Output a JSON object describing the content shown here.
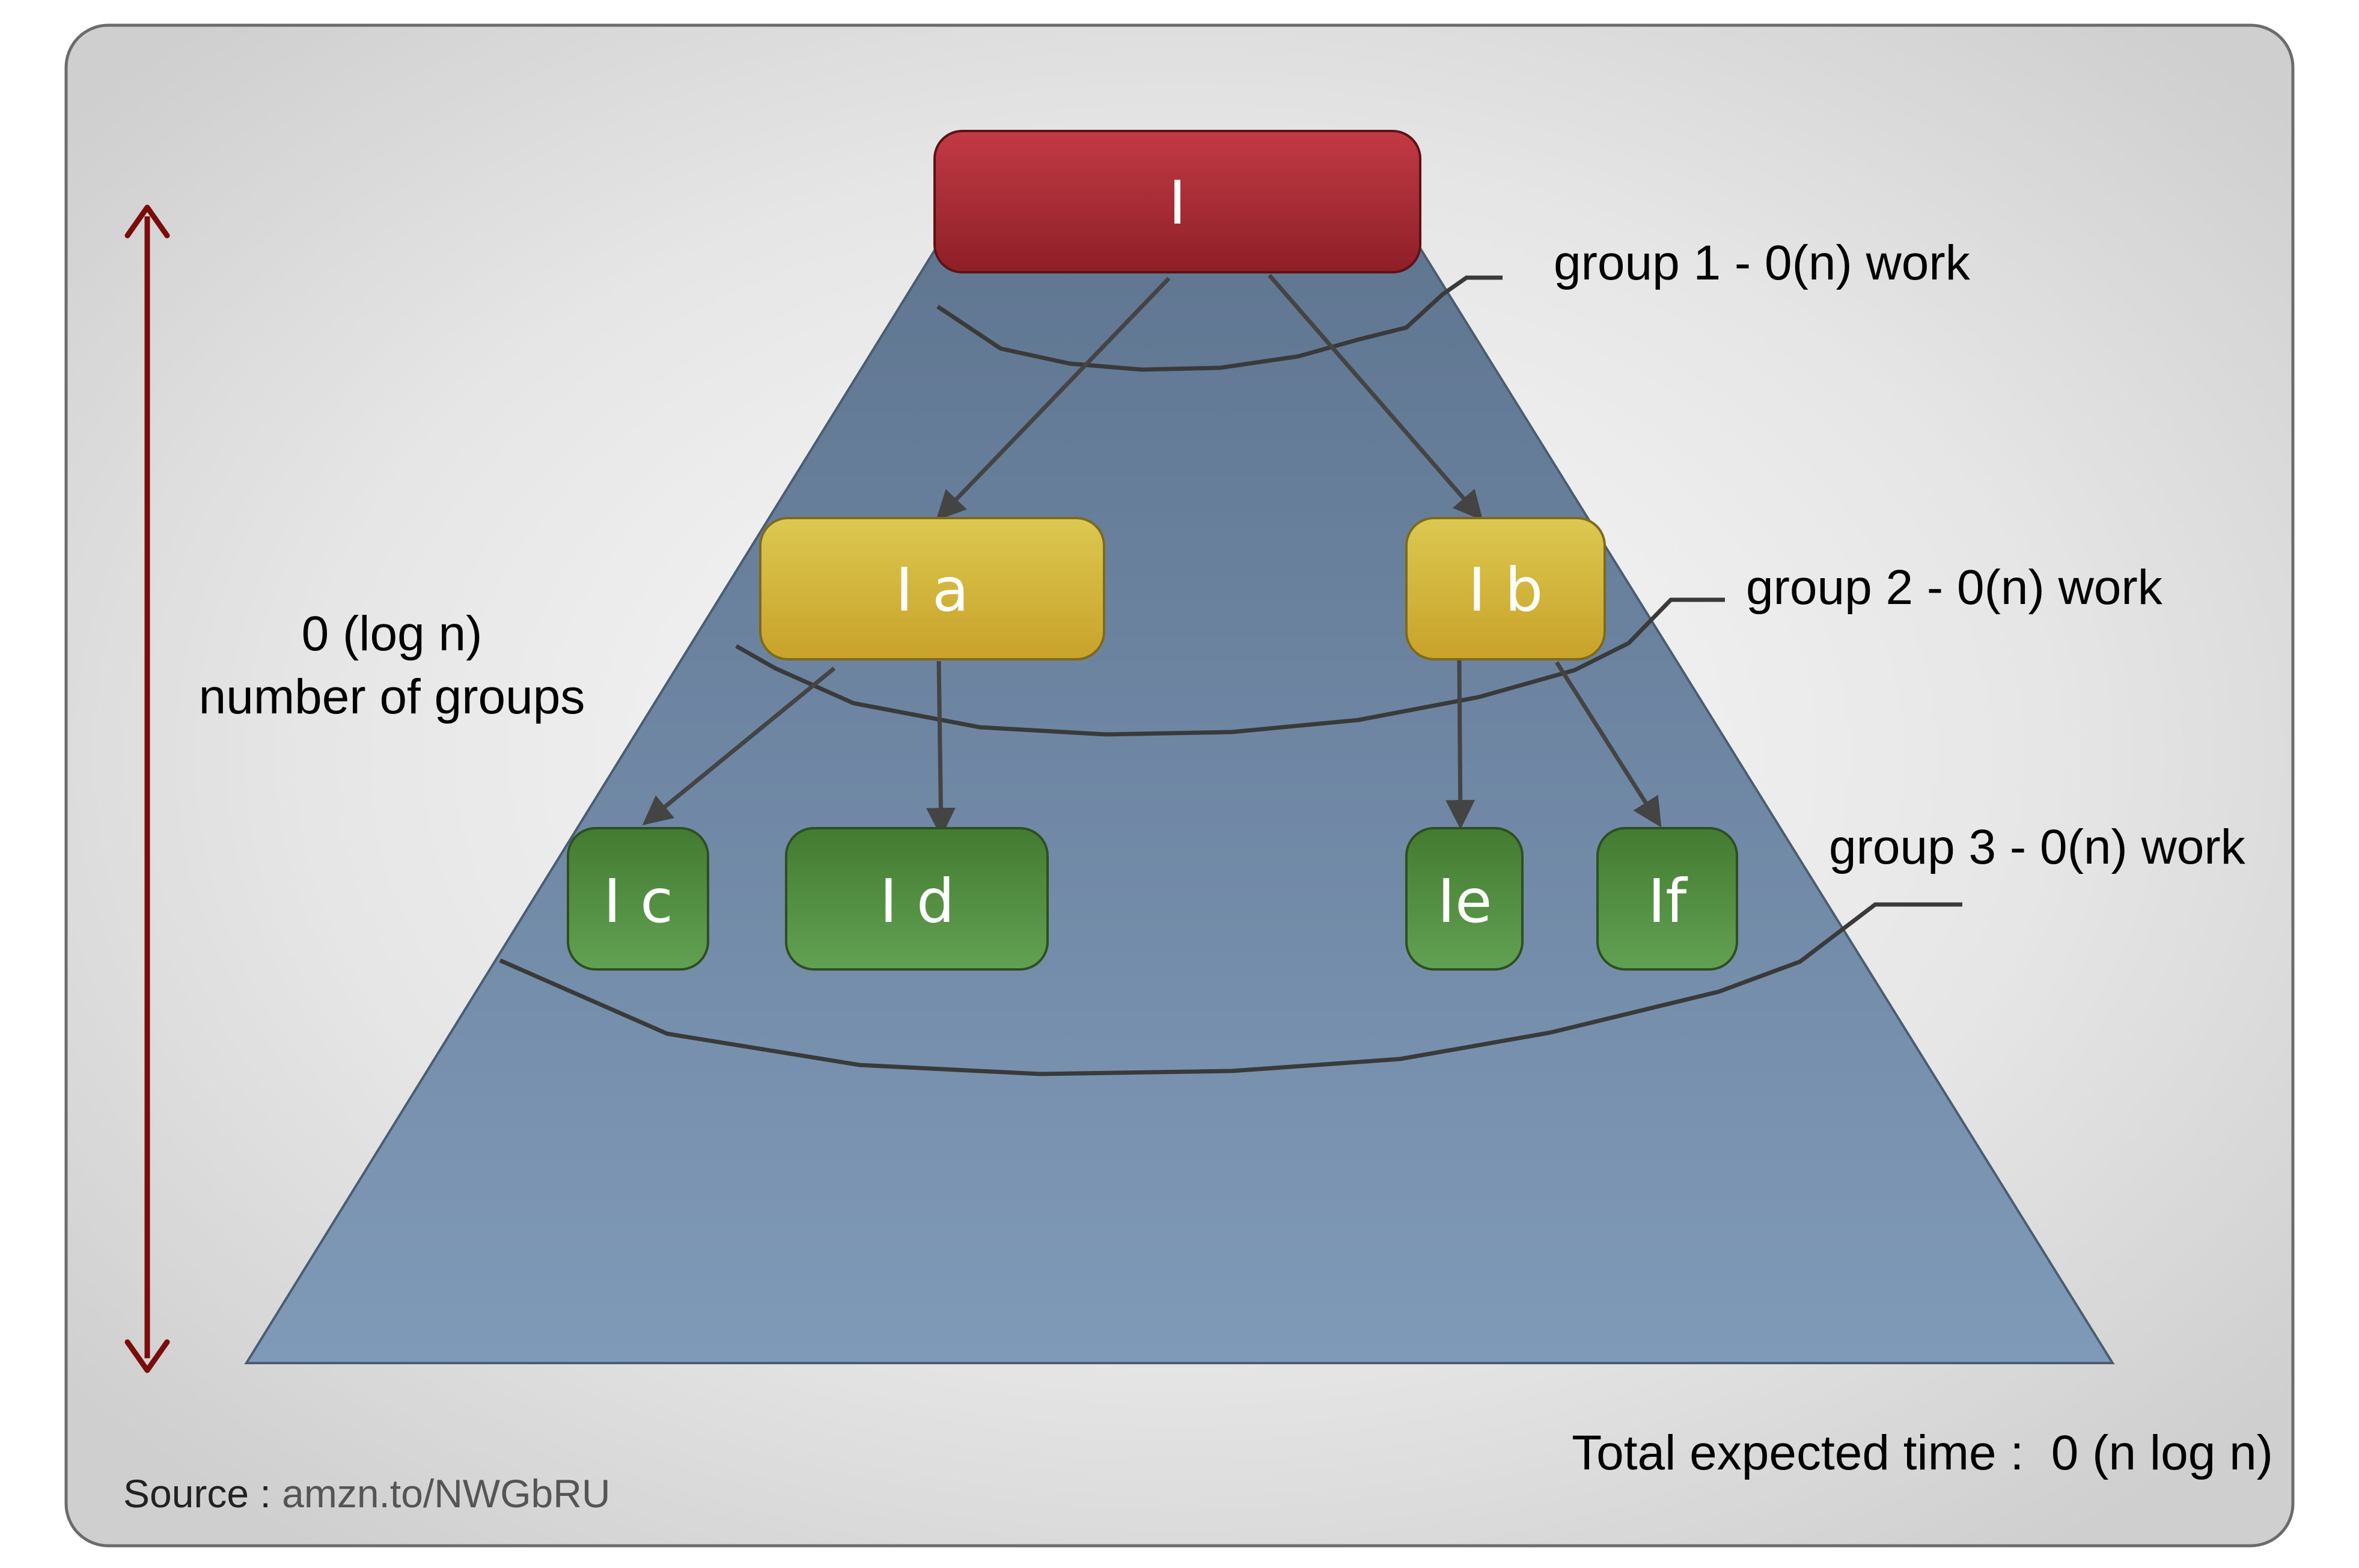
{
  "nodes": {
    "root": "I",
    "a": "I a",
    "b": "I b",
    "c": "I c",
    "d": "I d",
    "e": "Ie",
    "f": "If"
  },
  "groups": {
    "group1": "group 1 - 0(n) work",
    "group2": "group 2 - 0(n) work",
    "group3": "group 3 - 0(n) work"
  },
  "depth_label": {
    "line1": "0 (log n)",
    "line2": "number of groups"
  },
  "total": "Total expected time :  0 (n log n)",
  "source": {
    "prefix": "Source : ",
    "link": "amzn.to/NWGbRU"
  },
  "colors": {
    "root": "#a8303a",
    "level1": "#d4b43a",
    "level2": "#4f8a3c",
    "pyramid": "#7189a8",
    "arrow": "#7a0c0c",
    "connector": "#444444"
  }
}
